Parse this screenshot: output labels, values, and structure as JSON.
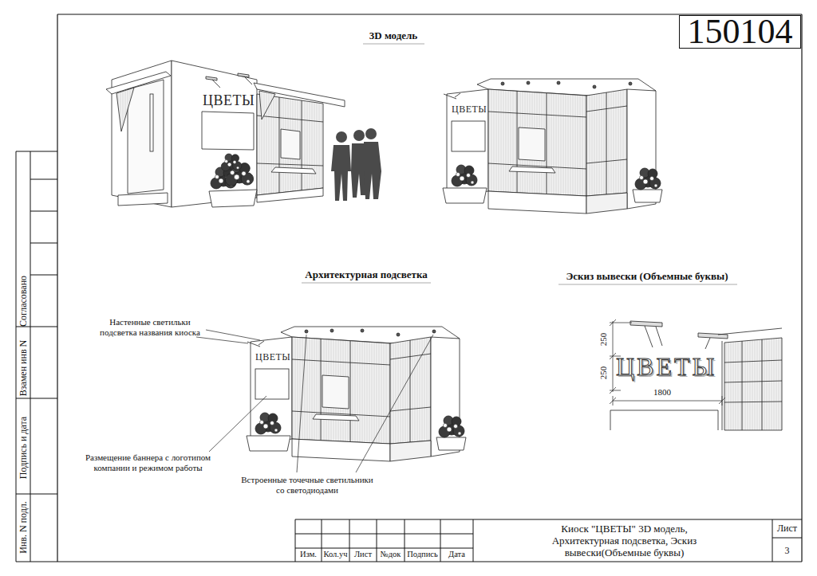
{
  "diagram": {
    "nodes": [
      {
        "text": [
          "150104"
        ]
      }
    ],
    "labels": [
      "3D модель",
      "ЦВЕТЫ",
      "ЦВЕТЫ",
      "Архитектурная подсветка",
      "Эскиз вывески (Объемные буквы)",
      "Настенные светильки подсветка названия киоска",
      "ЦВЕТЫ",
      "250",
      "250",
      "ЦВЕТЫ",
      "1800",
      "Размещение баннера с логотипом компании и режимом работы",
      "Встроенные точечные светильники со светодиодами",
      "Согласовано",
      "Взамен инв N",
      "Подпись и дата",
      "Инв. N подл.",
      "Изм.",
      "Кол.уч",
      "Лист",
      "№док",
      "Подпись",
      "Дата",
      "Киоск \"ЦВЕТЫ\" 3D модель, Архитектурная подсветка, Эскиз вывески(Объемные буквы)",
      "Лист",
      "3"
    ]
  }
}
